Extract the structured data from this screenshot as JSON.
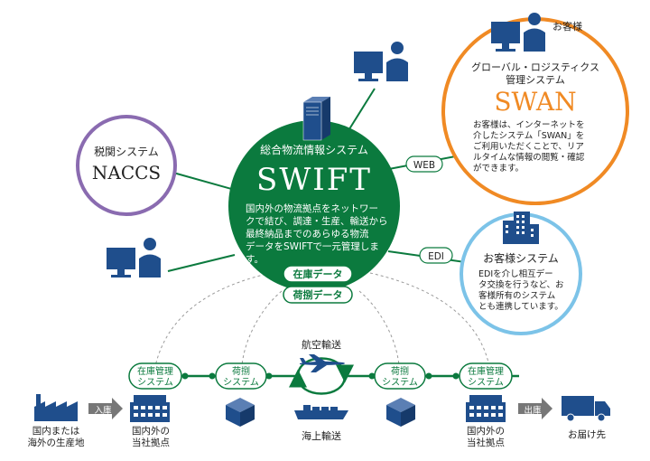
{
  "swift": {
    "subtitle": "総合物流情報システム",
    "title": "SWIFT",
    "desc": [
      "国内外の物流拠点をネットワー",
      "クで結び、調達・生産、輸送から",
      "最終納品までのあらゆる物流",
      "データをSWIFTで一元管理しま",
      "す。"
    ],
    "tag_inventory": "在庫データ",
    "tag_cargo": "荷捌データ"
  },
  "naccs": {
    "label": "税関システム",
    "title": "NACCS"
  },
  "swan": {
    "customer_label": "お客様",
    "subtitle_1": "グローバル・ロジスティクス",
    "subtitle_2": "管理システム",
    "title": "SWAN",
    "desc": [
      "お客様は、インターネットを",
      "介したシステム「SWAN」を",
      "ご利用いただくことで、リア",
      "ルタイムな情報の閲覧・確認",
      "ができます。"
    ]
  },
  "customer_system": {
    "title": "お客様システム",
    "desc": [
      "EDIを介し相互デー",
      "タ交換を行うなど、お",
      "客様所有のシステム",
      "とも連携しています。"
    ]
  },
  "connectors": {
    "web": "WEB",
    "edi": "EDI"
  },
  "flow": {
    "inventory_system": [
      "在庫管理",
      "システム"
    ],
    "cargo_system": [
      "荷捌",
      "システム"
    ],
    "air": "航空輸送",
    "sea": "海上輸送",
    "inbound": "入庫",
    "outbound": "出庫",
    "origin": [
      "国内または",
      "海外の生産地"
    ],
    "base": [
      "国内外の",
      "当社拠点"
    ],
    "destination": "お届け先"
  },
  "colors": {
    "green": "#0b7a3e",
    "green_dark": "#005a2c",
    "navy": "#1f4e8c",
    "purple": "#8a6bb0",
    "orange": "#f08a24",
    "sky": "#7cc3e8",
    "gray": "#777777"
  }
}
